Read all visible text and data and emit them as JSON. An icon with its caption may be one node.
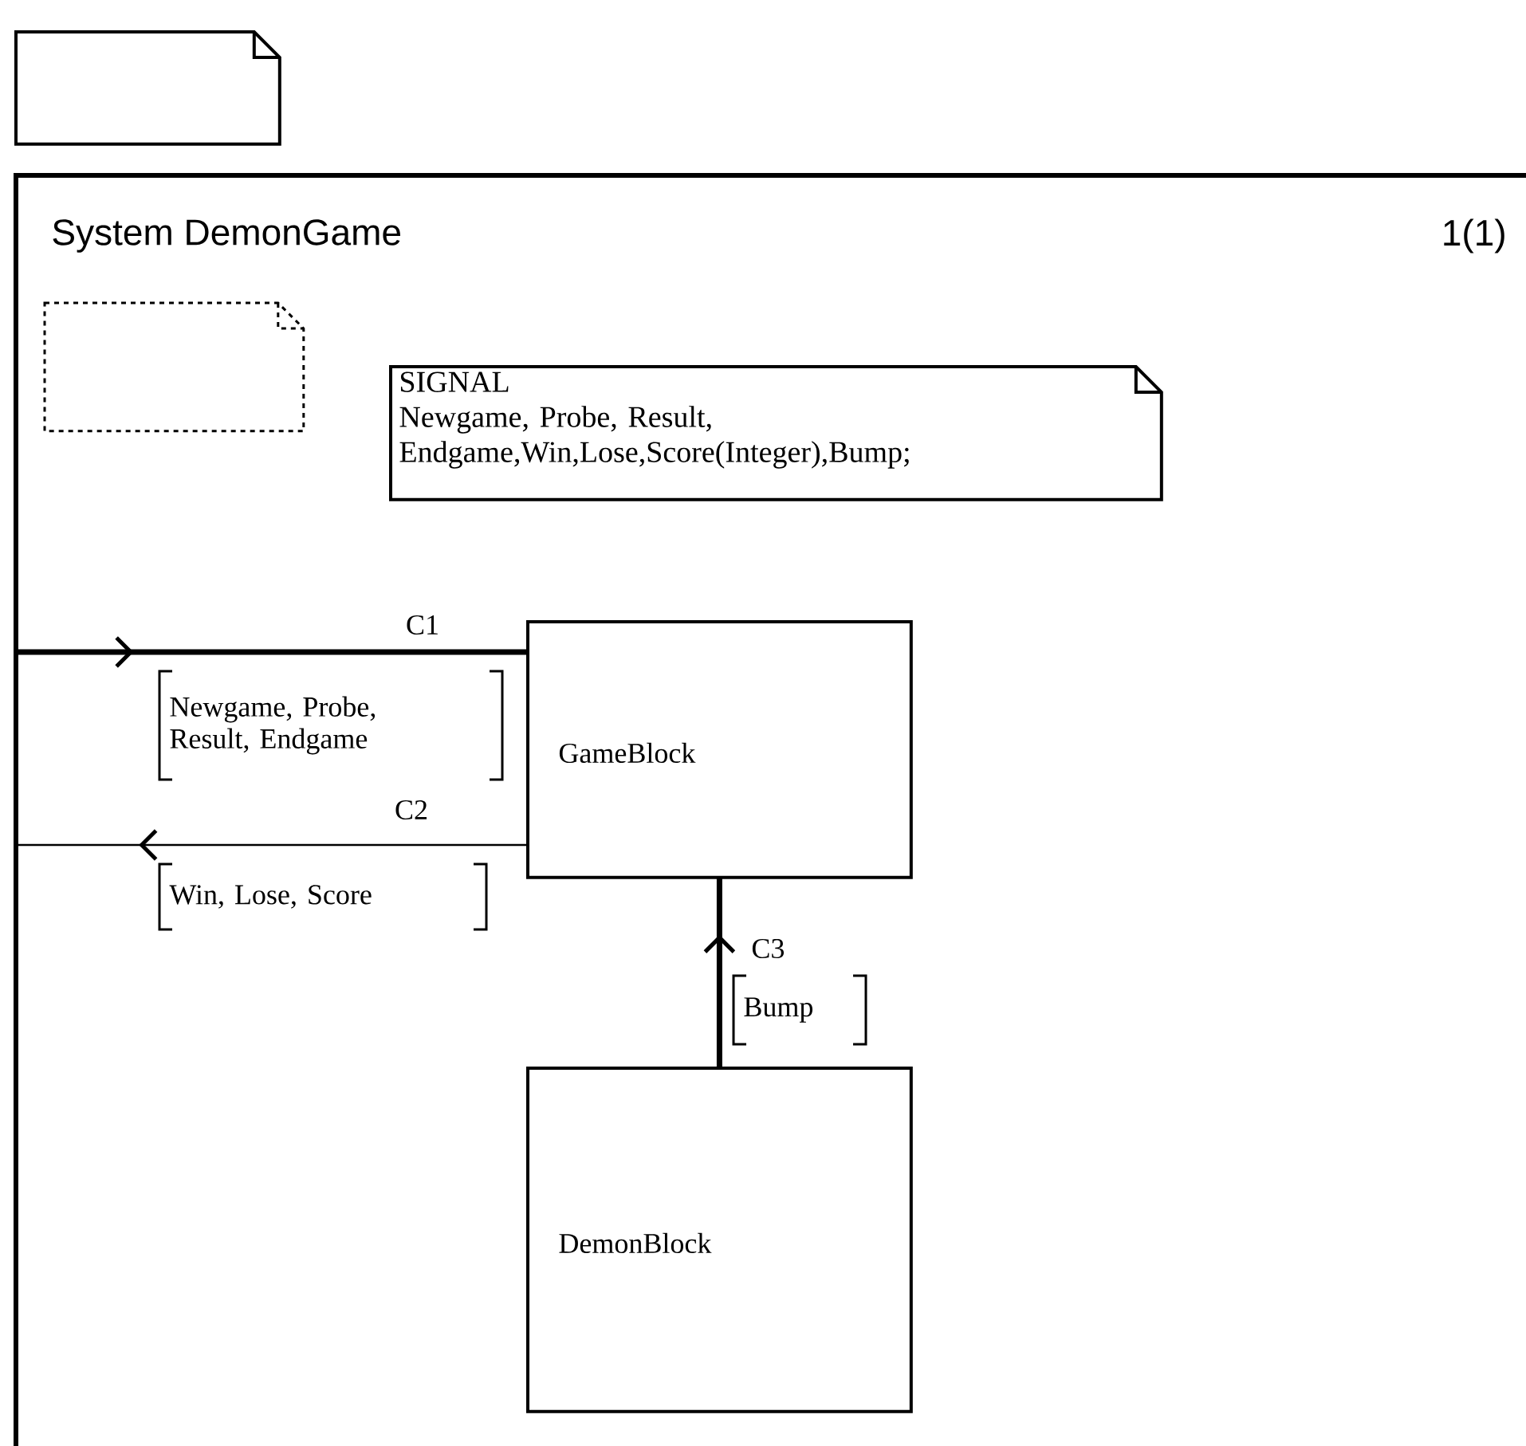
{
  "diagram": {
    "nodes": [
      {
        "text": [],
        "shape": "box"
      },
      {
        "text": [
          "System DemonGame",
          "1(1)"
        ]
      },
      {
        "text": [],
        "shape": "box",
        "in": 1
      },
      {
        "text": [
          "SIGNAL",
          "Newgame, Probe, Result, Endgame,Win,Lose,Score(Integer),Bump;"
        ],
        "in": 1
      },
      {
        "text": [
          "GameBlock"
        ],
        "in": 1
      },
      {
        "text": [
          "DemonBlock"
        ],
        "in": 1
      }
    ],
    "edges": [
      {
        "from": 1,
        "to": 4,
        "arrow": "to",
        "label": "C1"
      },
      {
        "from": 4,
        "to": 1,
        "arrow": "to",
        "label": "C2"
      },
      {
        "from": 5,
        "to": 4,
        "arrow": "to",
        "label": "C3"
      }
    ],
    "labels": [
      "Newgame, Probe, Result, Endgame",
      "Win, Lose, Score",
      "Bump"
    ]
  }
}
